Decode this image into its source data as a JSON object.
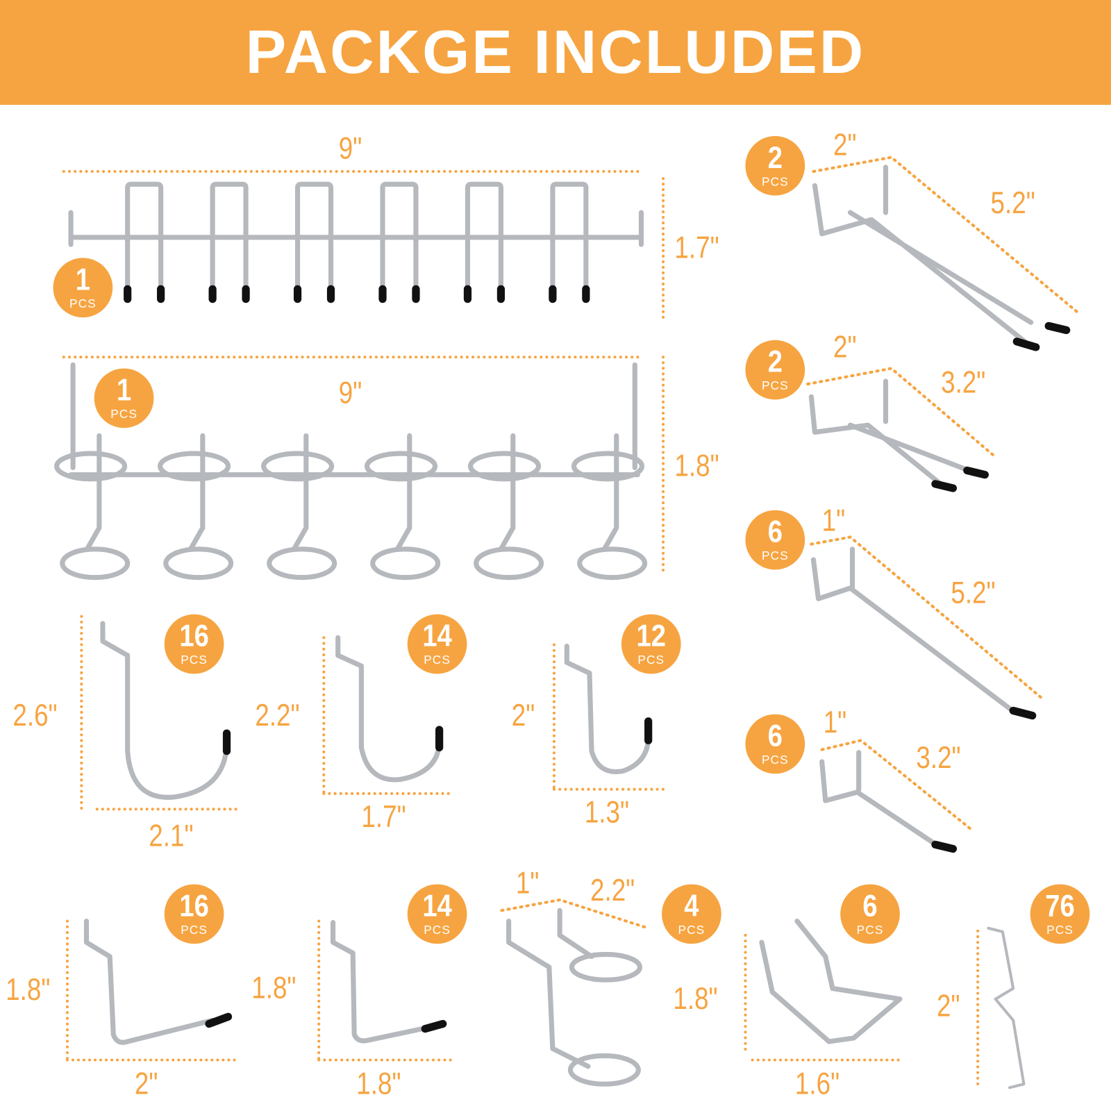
{
  "header": {
    "title": "PACKGE INCLUDED"
  },
  "colors": {
    "accent": "#F6A441",
    "metal": "#b5b8bc",
    "tip": "#111111"
  },
  "items": [
    {
      "name": "hook-rack",
      "badge": {
        "count": "1",
        "unit": "PCS"
      },
      "width": "9\"",
      "height": "1.7\""
    },
    {
      "name": "ring-rack",
      "badge": {
        "count": "1",
        "unit": "PCS"
      },
      "width": "9\"",
      "height": "1.8\""
    },
    {
      "name": "double-hook-long",
      "badge": {
        "count": "2",
        "unit": "PCS"
      },
      "width": "2\"",
      "length": "5.2\""
    },
    {
      "name": "double-hook-short",
      "badge": {
        "count": "2",
        "unit": "PCS"
      },
      "width": "2\"",
      "length": "3.2\""
    },
    {
      "name": "single-hook-long",
      "badge": {
        "count": "6",
        "unit": "PCS"
      },
      "width": "1\"",
      "length": "5.2\""
    },
    {
      "name": "single-hook-short",
      "badge": {
        "count": "6",
        "unit": "PCS"
      },
      "width": "1\"",
      "length": "3.2\""
    },
    {
      "name": "j-hook-large",
      "badge": {
        "count": "16",
        "unit": "PCS"
      },
      "height": "2.6\"",
      "width": "2.1\""
    },
    {
      "name": "j-hook-medium",
      "badge": {
        "count": "14",
        "unit": "PCS"
      },
      "height": "2.2\"",
      "width": "1.7\""
    },
    {
      "name": "j-hook-small",
      "badge": {
        "count": "12",
        "unit": "PCS"
      },
      "height": "2\"",
      "width": "1.3\""
    },
    {
      "name": "l-hook-large",
      "badge": {
        "count": "16",
        "unit": "PCS"
      },
      "height": "1.8\"",
      "width": "2\""
    },
    {
      "name": "l-hook-small",
      "badge": {
        "count": "14",
        "unit": "PCS"
      },
      "height": "1.8\"",
      "width": "1.8\""
    },
    {
      "name": "ring-holder",
      "badge": {
        "count": "4",
        "unit": "PCS"
      },
      "width": "1\"",
      "length": "2.2\""
    },
    {
      "name": "bent-hook",
      "badge": {
        "count": "6",
        "unit": "PCS"
      },
      "height": "1.8\"",
      "width": "1.6\""
    },
    {
      "name": "locking-clip",
      "badge": {
        "count": "76",
        "unit": "PCS"
      },
      "height": "2\""
    }
  ]
}
